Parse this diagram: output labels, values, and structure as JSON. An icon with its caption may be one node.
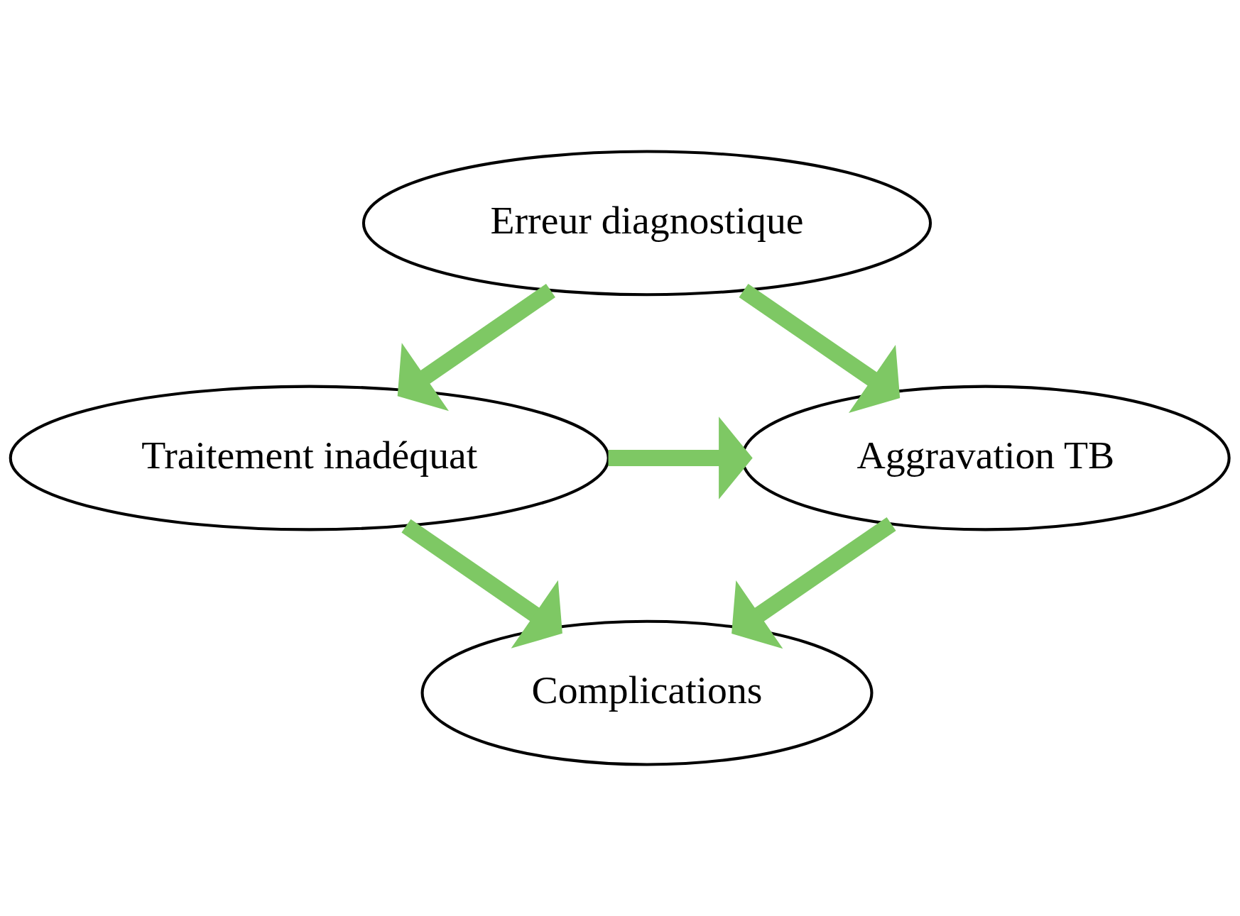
{
  "diagram": {
    "nodes": [
      {
        "text": [
          "Erreur diagnostique"
        ]
      },
      {
        "text": [
          "Traitement inadéquat"
        ]
      },
      {
        "text": [
          "Aggravation TB"
        ]
      },
      {
        "text": [
          "Complications"
        ]
      }
    ],
    "edges": [
      {
        "from": 0,
        "to": 1,
        "arrow": "to"
      },
      {
        "from": 0,
        "to": 2,
        "arrow": "to"
      },
      {
        "from": 1,
        "to": 2,
        "arrow": "to"
      },
      {
        "from": 1,
        "to": 3,
        "arrow": "to"
      },
      {
        "from": 2,
        "to": 3,
        "arrow": "to"
      }
    ]
  }
}
